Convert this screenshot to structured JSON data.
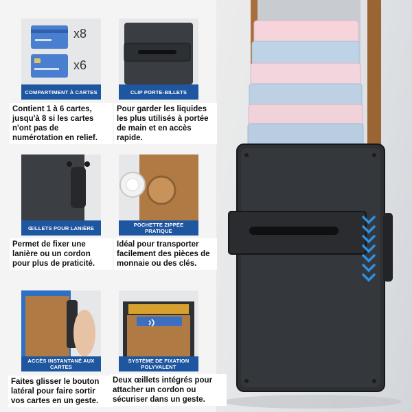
{
  "tiles": [
    {
      "banner": "COMPARTIMENT À CARTES",
      "caption": "Contient 1 à 6 cartes, jusqu'à 8 si les cartes n'ont pas de numérotation en relief.",
      "badges": [
        "x8",
        "x6"
      ]
    },
    {
      "banner": "CLIP PORTE-BILLETS",
      "caption": "Pour garder les liquides les plus utilisés à portée de main et en accès rapide."
    },
    {
      "banner": "ŒILLETS POUR LANIÈRE",
      "caption": "Permet de fixer une lanière ou un cordon pour plus de praticité."
    },
    {
      "banner": "POCHETTE ZIPPÉE PRATIQUE",
      "caption": "Idéal pour transporter facilement des pièces de monnaie ou des clés."
    },
    {
      "banner": "ACCÈS INSTANTANÉ AUX CARTES",
      "caption": "Faites glisser le bouton latéral pour faire sortir vos cartes en un geste."
    },
    {
      "banner": "SYSTÈME DE FIXATION POLYVALENT",
      "caption": "Deux œillets intégrés pour attacher un cordon ou sécuriser dans un geste."
    }
  ],
  "colors": {
    "banner": "#1f56a0",
    "wallet": "#2a2c30",
    "chevron": "#2f8fe0",
    "leather": "#b07a45"
  },
  "icons": [
    "credit-card-icon",
    "chevron-down-icon",
    "airtag-icon",
    "nfc-icon"
  ]
}
